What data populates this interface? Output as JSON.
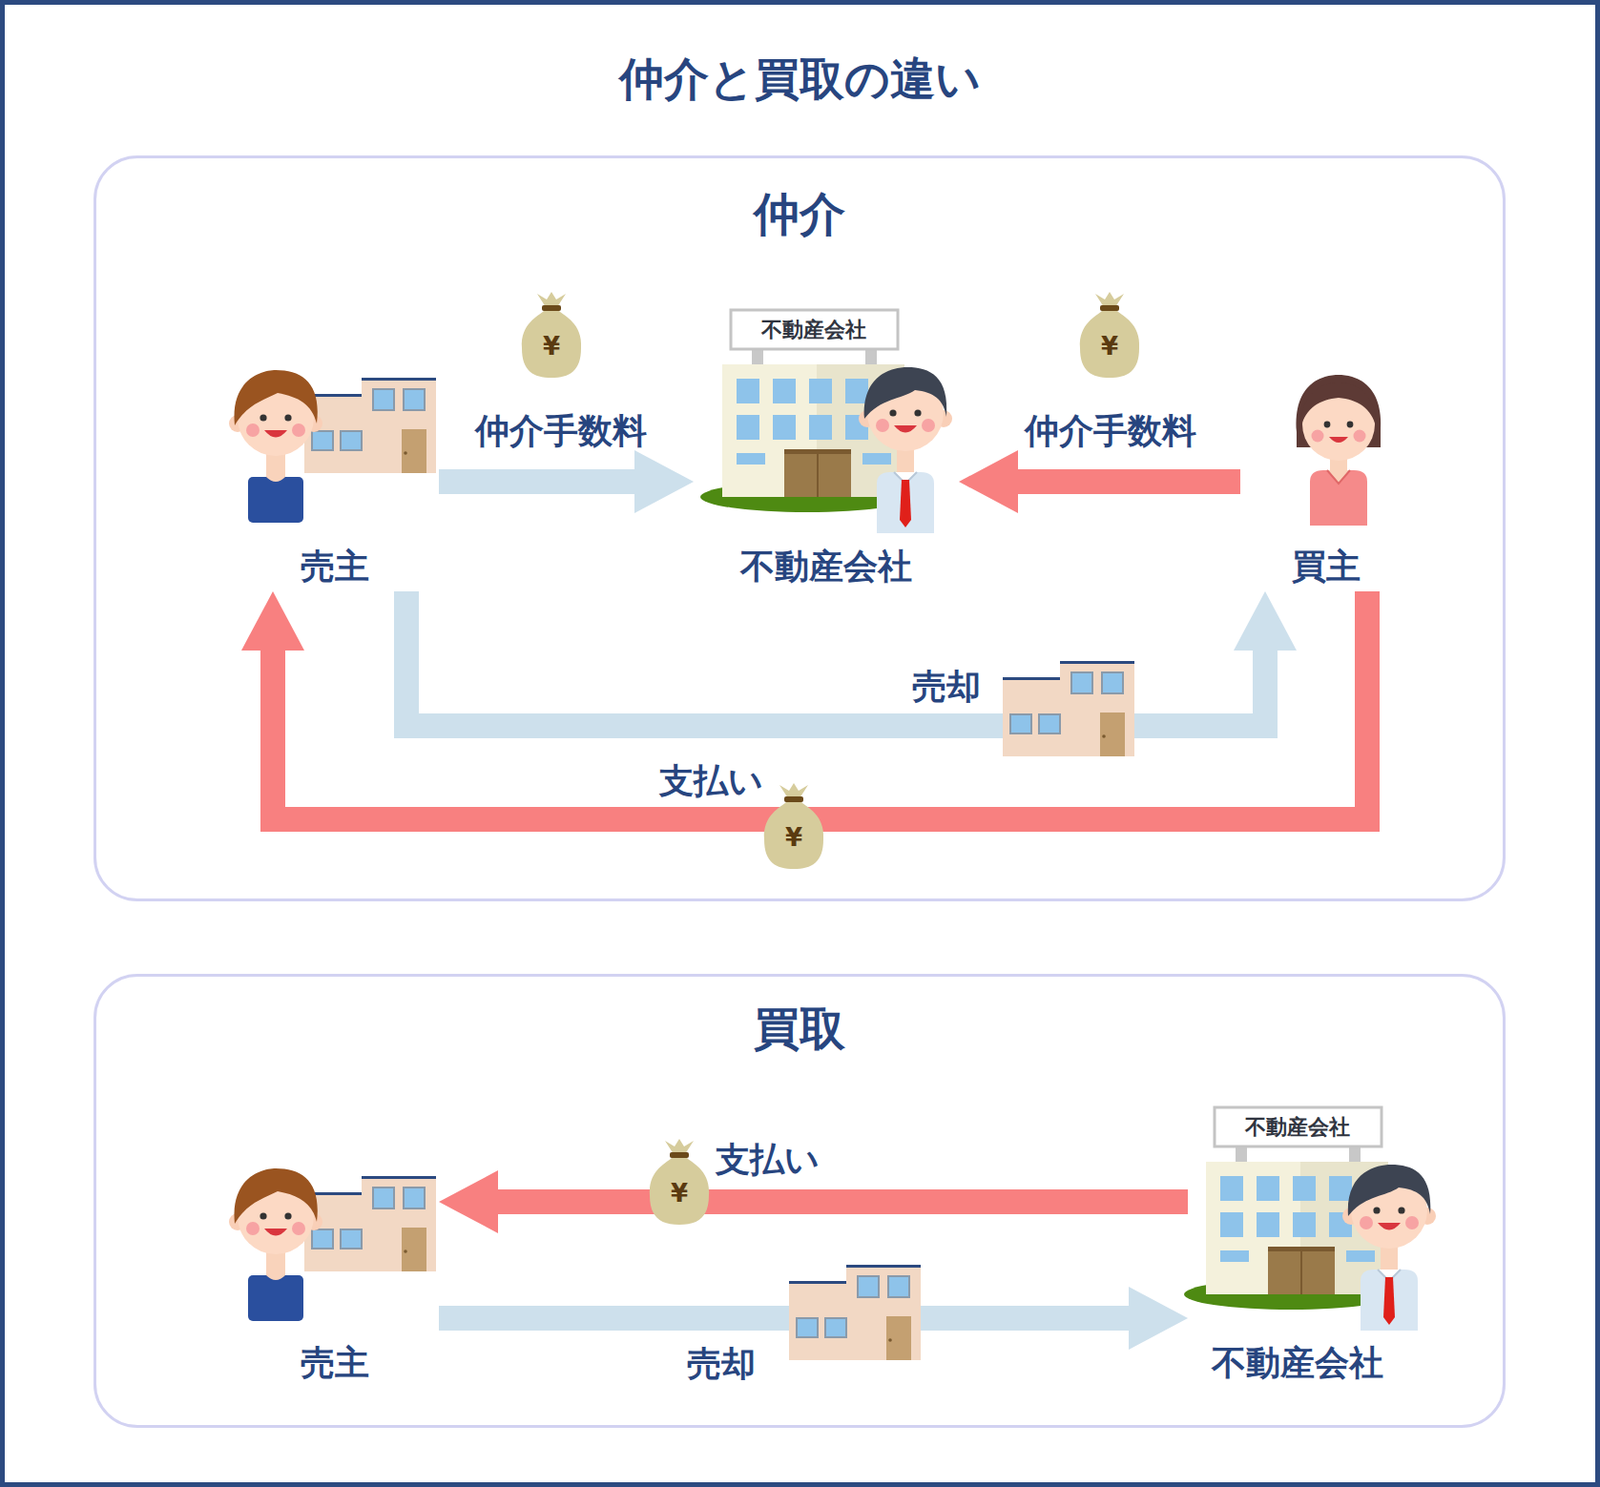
{
  "diagram": {
    "title": "仲介と買取の違い",
    "nodes": [
      {
        "text": [
          "仲介"
        ]
      },
      {
        "text": [
          "売主"
        ],
        "in": 0
      },
      {
        "text": [
          "不動産会社"
        ],
        "in": 0
      },
      {
        "text": [
          "買主"
        ],
        "in": 0
      },
      {
        "text": [
          "買取"
        ]
      },
      {
        "text": [
          "売主"
        ],
        "in": 4
      },
      {
        "text": [
          "不動産会社"
        ],
        "in": 4
      }
    ],
    "edges": [
      {
        "from": 1,
        "to": 2,
        "label": "仲介手数料",
        "arrow": "to"
      },
      {
        "from": 3,
        "to": 2,
        "label": "仲介手数料",
        "arrow": "to"
      },
      {
        "from": 1,
        "to": 3,
        "label": "売却",
        "arrow": "to"
      },
      {
        "from": 3,
        "to": 1,
        "label": "支払い",
        "arrow": "to"
      },
      {
        "from": 6,
        "to": 5,
        "label": "支払い",
        "arrow": "to"
      },
      {
        "from": 5,
        "to": 6,
        "label": "売却",
        "arrow": "to"
      }
    ],
    "labels": [
      "不動産会社",
      "¥",
      "¥",
      "¥",
      "不動産会社",
      "¥"
    ]
  }
}
